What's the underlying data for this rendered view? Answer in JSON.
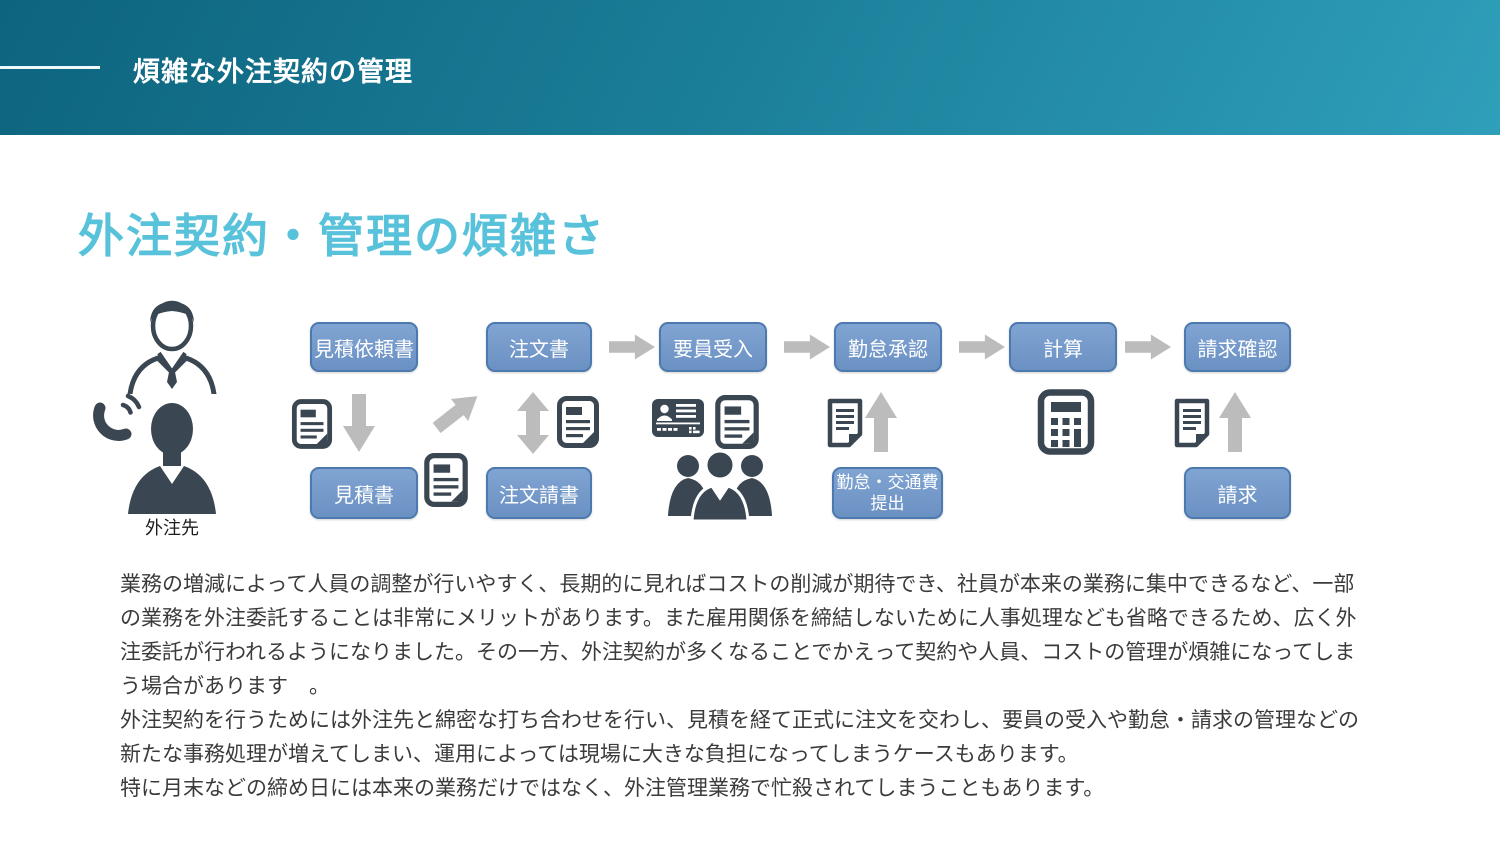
{
  "header": {
    "title": "煩雑な外注契約の管理"
  },
  "page": {
    "heading": "外注契約・管理の煩雑さ"
  },
  "diagram": {
    "vendor_label": "外注先",
    "boxes": {
      "estimate_request": "見積依頼書",
      "order_form": "注文書",
      "staff_acceptance": "要員受入",
      "attendance_approval": "勤怠承認",
      "calculation": "計算",
      "invoice_confirmation": "請求確認",
      "estimate": "見積書",
      "order_acceptance": "注文請書",
      "attendance_expense_submit": "勤怠・交通費\n提出",
      "invoice": "請求"
    },
    "icons": [
      "businessman-outline-icon",
      "phone-icon",
      "businessman-solid-icon",
      "document-icon",
      "down-arrow",
      "diagonal-arrow",
      "double-arrow",
      "id-card-icon",
      "people-group-icon",
      "up-arrow",
      "calculator-icon",
      "right-arrow"
    ]
  },
  "body": {
    "paragraphs": [
      "業務の増減によって人員の調整が行いやすく、長期的に見ればコストの削減が期待でき、社員が本来の業務に集中できるなど、一部の業務を外注委託することは非常にメリットがあります。また雇用関係を締結しないために人事処理なども省略できるため、広く外注委託が行われるようになりました。その一方、外注契約が多くなることでかえって契約や人員、コストの管理が煩雑になってしまう場合があります　。",
      "外注契約を行うためには外注先と綿密な打ち合わせを行い、見積を経て正式に注文を交わし、要員の受入や勤怠・請求の管理などの新たな事務処理が増えてしまい、運用によっては現場に大きな負担になってしまうケースもあります。",
      "特に月末などの締め日には本来の業務だけではなく、外注管理業務で忙殺されてしまうこともあります。"
    ]
  },
  "colors": {
    "header_gradient_start": "#0d647e",
    "header_gradient_end": "#2f9fba",
    "heading_text": "#58c2db",
    "box_fill": "#7296c8",
    "box_border": "#4c79ae",
    "icon_dark": "#3a4651",
    "arrow_gray": "#bcbcbc",
    "body_text": "#3b3b3b"
  }
}
